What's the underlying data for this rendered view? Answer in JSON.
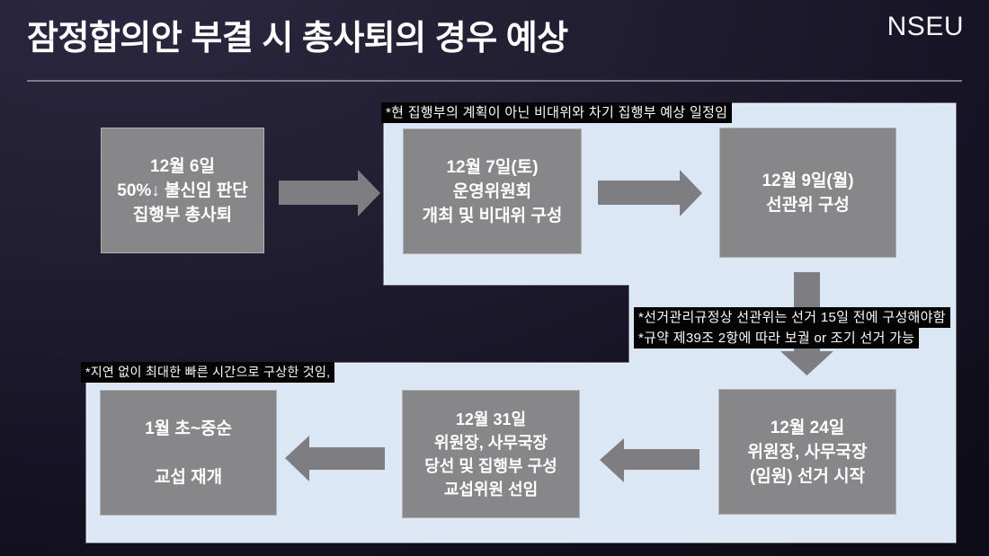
{
  "header": {
    "title": "잠정합의안 부결 시 총사퇴의 경우 예상",
    "logo": "NSEU"
  },
  "notes": {
    "top": "*현 집행부의 계획이 아닌 비대위와 차기 집행부 예상 일정임",
    "mid": [
      "*선거관리규정상 선관위는 선거 15일 전에 구성해야함",
      "*규약 제39조 2항에 따라 보궐 or 조기 선거 가능"
    ],
    "left": "*지연 없이 최대한 빠른 시간으로 구상한 것임,"
  },
  "flow": {
    "boxes": [
      {
        "id": "step-1",
        "lines": [
          "12월 6일",
          "50%↓ 불신임 판단",
          "집행부 총사퇴"
        ]
      },
      {
        "id": "step-2",
        "lines": [
          "12월 7일(토)",
          "운영위원회",
          "개최 및 비대위 구성"
        ]
      },
      {
        "id": "step-3",
        "lines": [
          "12월 9일(월)",
          "선관위 구성"
        ]
      },
      {
        "id": "step-4",
        "lines": [
          "12월 24일",
          "위원장, 사무국장",
          "(임원) 선거 시작"
        ]
      },
      {
        "id": "step-5",
        "lines": [
          "12월 31일",
          "위원장, 사무국장",
          "당선 및 집행부 구성",
          "교섭위원 선임"
        ]
      },
      {
        "id": "step-6",
        "lines": [
          "1월 초~중순",
          "",
          "교섭 재개"
        ]
      }
    ],
    "arrows": [
      "step-1 to step-2 (right)",
      "step-2 to step-3 (right)",
      "step-3 to step-4 (down)",
      "step-4 to step-5 (left)",
      "step-5 to step-6 (left)"
    ]
  },
  "colors": {
    "background_dark": "#1c1929",
    "panel_blue": "#dbe7f4",
    "box_gray": "#87878a",
    "arrow_gray": "#7e7e82",
    "note_background": "#040404",
    "text_white": "#ffffff"
  }
}
